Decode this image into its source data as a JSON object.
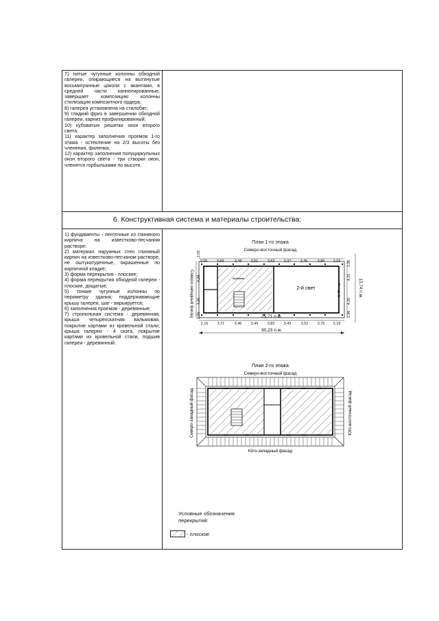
{
  "upper_left_items": [
    "7) литые чугунные колонны обходной галереи, опирающиеся на вытянутые восьмигранные цоколи с акантами, в средней части каннелированные, завершает композицию колонны стилизация композитного ордера;",
    "8) галерея установлена на стилобат;",
    "9) гладкий фриз в завершении обходной галереи, карниз профилированный;",
    "10) кубоватые решетки окон второго света;",
    "11) характер заполнения проемов 1-го этажа - остекление на 2/3 высоты без членения, филенка;",
    "12) характер заполнения полуциркульных окон второго света - три створки окон, членятся горбыльками по высоте."
  ],
  "section_title": "6. Конструктивная система и материалы строительства:",
  "lower_left_items": [
    "1) фундаменты - ленточные из глиняного кирпича на известково-песчаном растворе;",
    "2) материал наружных стен глиняный кирпич на известково-песчаном растворе, не оштукатуренные, окрашенные по кирпичной кладке;",
    "3) форма перекрытия - плоские;",
    "4) форма перекрытия обходной галереи - плоские, дощатые;",
    "5) тонкие чугунные колонны по периметру здания, поддерживающие крышу галереи, шаг - варьируется;",
    "6) заполнения проемов - деревянные;",
    "7) стропильная система - деревянная, крыша четырехскатная вальмовая, покрытие картами из кровельной стали; крыша галереи - 4 ската, покрытие картами из кровельной стали, подшив галереи - деревянный."
  ],
  "plan1": {
    "title": "План 1-го этажа",
    "top_label": "Северо-восточный фасад",
    "left_label": "Северо-западный фасад",
    "room_label": "2-й свет",
    "top_dims": [
      "2,05",
      "3,68",
      "3,48",
      "3,51",
      "3,63",
      "3,37",
      "3,45",
      "3,85",
      "2,03"
    ],
    "bottom_dims": [
      "2,16",
      "3,71",
      "3,46",
      "3,44",
      "3,83",
      "3,43",
      "3,52",
      "3,75",
      "2,19"
    ],
    "left_dims": [
      "4,28",
      "4,26",
      "2,05",
      "2,05"
    ],
    "right_dims": [
      "4,31",
      "4,36",
      "9,42 п.м.",
      "1,96",
      "1,96"
    ],
    "right_total": "13,74 п.м.",
    "inner_length": "25,71 п.м.",
    "outer_length": "30,23 п.м."
  },
  "plan2": {
    "title": "План 2-го этажа",
    "top_label": "Северо-восточный фасад",
    "bottom_label": "Юго-западный фасад",
    "left_label": "Северо-западный фасад",
    "right_label": "Юго-восточный фасад"
  },
  "legend": {
    "title": "Условные обозначения перекрытий:",
    "item": "- плоское"
  }
}
